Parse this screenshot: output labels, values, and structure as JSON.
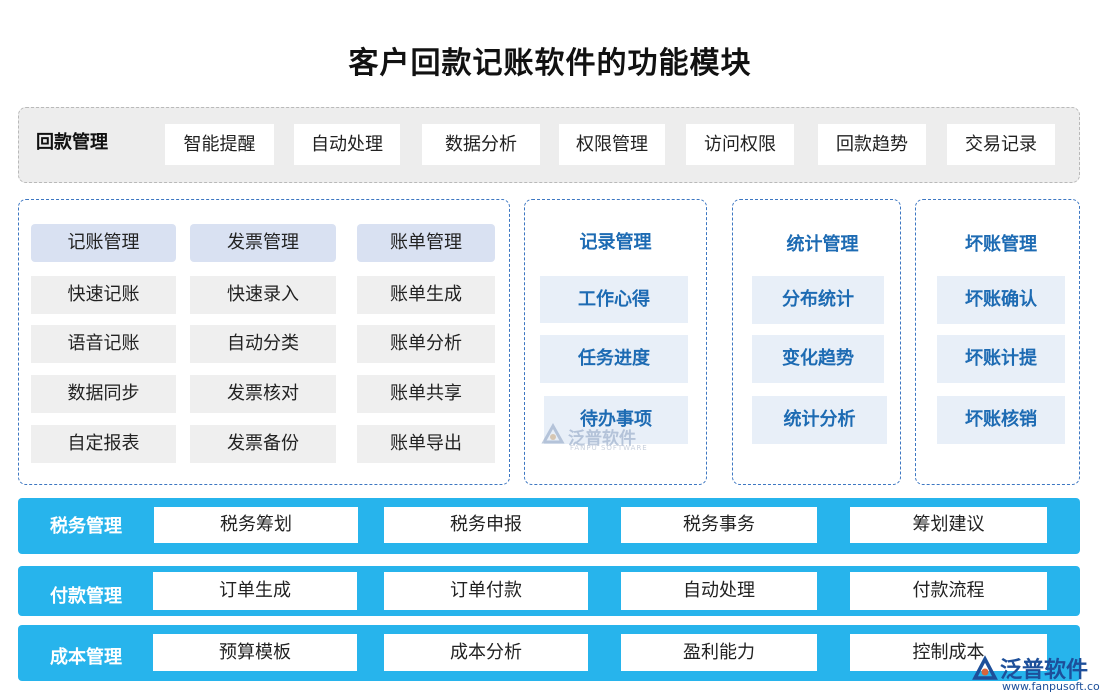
{
  "title": "客户回款记账软件的功能模块",
  "top": {
    "label": "回款管理",
    "items": [
      "智能提醒",
      "自动处理",
      "数据分析",
      "权限管理",
      "访问权限",
      "回款趋势",
      "交易记录"
    ]
  },
  "left_panel": {
    "headers": [
      "记账管理",
      "发票管理",
      "账单管理"
    ],
    "columns": [
      [
        "快速记账",
        "语音记账",
        "数据同步",
        "自定报表"
      ],
      [
        "快速录入",
        "自动分类",
        "发票核对",
        "发票备份"
      ],
      [
        "账单生成",
        "账单分析",
        "账单共享",
        "账单导出"
      ]
    ]
  },
  "record": {
    "title": "记录管理",
    "items": [
      "工作心得",
      "任务进度",
      "待办事项"
    ]
  },
  "stats": {
    "title": "统计管理",
    "items": [
      "分布统计",
      "变化趋势",
      "统计分析"
    ]
  },
  "baddebt": {
    "title": "坏账管理",
    "items": [
      "坏账确认",
      "坏账计提",
      "坏账核销"
    ]
  },
  "bands": [
    {
      "label": "税务管理",
      "items": [
        "税务筹划",
        "税务申报",
        "税务事务",
        "筹划建议"
      ]
    },
    {
      "label": "付款管理",
      "items": [
        "订单生成",
        "订单付款",
        "自动处理",
        "付款流程"
      ]
    },
    {
      "label": "成本管理",
      "items": [
        "预算模板",
        "成本分析",
        "盈利能力",
        "控制成本"
      ]
    }
  ],
  "watermark": {
    "text": "泛普软件",
    "sub": "FANPU SOFTWARE"
  },
  "logo": {
    "text": "泛普软件",
    "url": "www.fanpusoft.com"
  },
  "colors": {
    "accent_blue": "#1d6bb3",
    "band_cyan": "#27b4ec",
    "panel_border": "#3d77c2",
    "header_fill": "#d9e1f2"
  }
}
